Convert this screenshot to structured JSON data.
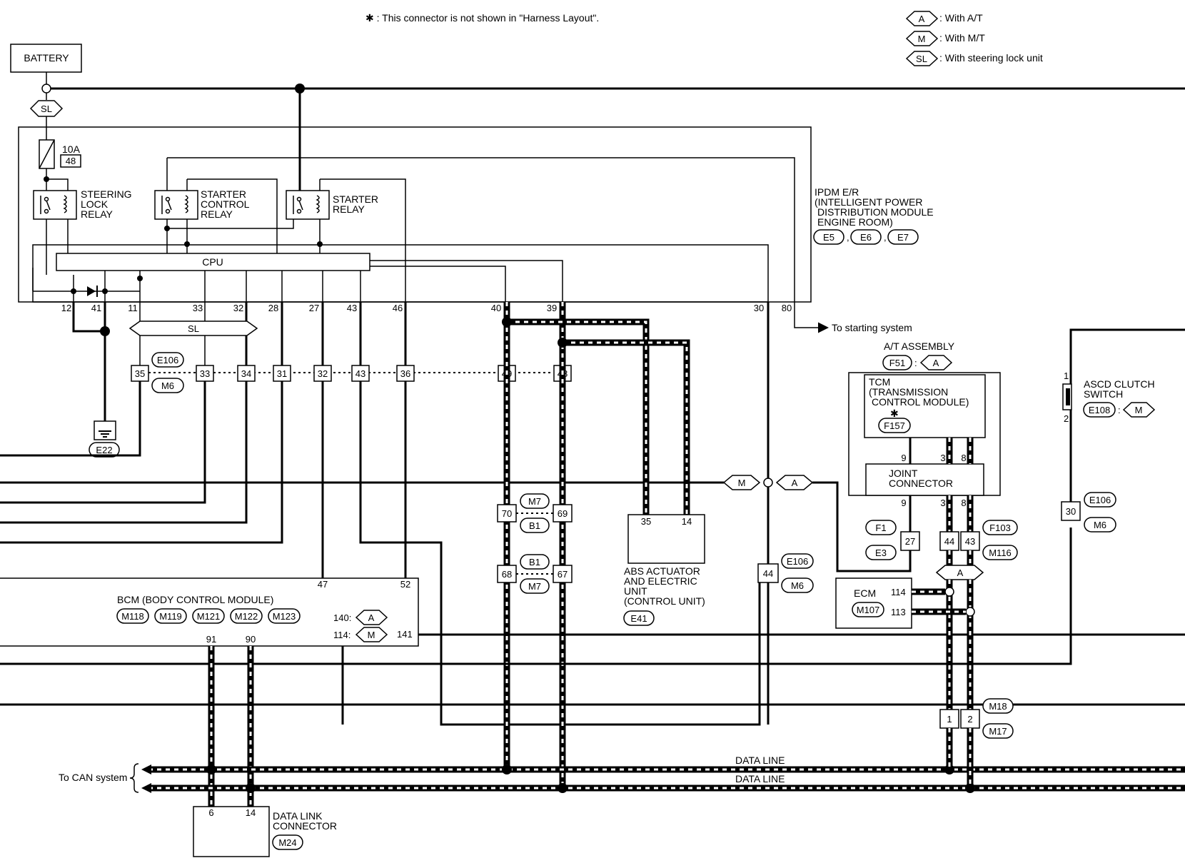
{
  "notes": {
    "star_note": "✱ : This connector is not shown in \"Harness Layout\".",
    "legend": [
      {
        "code": "A",
        "text": ": With A/T"
      },
      {
        "code": "M",
        "text": ": With M/T"
      },
      {
        "code": "SL",
        "text": ": With steering lock unit"
      }
    ]
  },
  "battery": {
    "label": "BATTERY"
  },
  "fuse": {
    "rating": "10A",
    "number": "48"
  },
  "ipdm": {
    "title_lines": [
      "IPDM E/R",
      "(INTELLIGENT POWER",
      "DISTRIBUTION MODULE",
      "ENGINE ROOM)"
    ],
    "connectors": [
      "E5",
      "E6",
      "E7"
    ],
    "cpu": "CPU",
    "relays": {
      "steering": [
        "STEERING",
        "LOCK",
        "RELAY"
      ],
      "starter_control": [
        "STARTER",
        "CONTROL",
        "RELAY"
      ],
      "starter": [
        "STARTER",
        "RELAY"
      ]
    },
    "pins": [
      "12",
      "41",
      "11",
      "33",
      "32",
      "28",
      "27",
      "43",
      "46",
      "40",
      "39",
      "30",
      "80"
    ],
    "to_starting": "To starting system"
  },
  "options": {
    "sl": "SL",
    "a": "A",
    "m": "M"
  },
  "e106_m6": {
    "conn_top": "E106",
    "conn_bot": "M6",
    "pins": [
      "35",
      "33",
      "34",
      "31",
      "32",
      "43",
      "36",
      "49",
      "48"
    ]
  },
  "ground": {
    "connector": "E22"
  },
  "m7_b1": {
    "top_left": "70",
    "top_right": "69",
    "bot_left": "68",
    "bot_right": "67",
    "c1": "M7",
    "c2": "B1",
    "c3": "B1",
    "c4": "M7"
  },
  "abs": {
    "title_lines": [
      "ABS ACTUATOR",
      "AND ELECTRIC",
      "UNIT",
      "(CONTROL UNIT)"
    ],
    "pins": [
      "35",
      "14"
    ],
    "connector": "E41"
  },
  "e106_44": {
    "pin": "44",
    "c1": "E106",
    "c2": "M6"
  },
  "at_assembly": {
    "title": "A/T ASSEMBLY",
    "connector": "F51",
    "option": "A",
    "tcm_lines": [
      "TCM",
      "(TRANSMISSION",
      "CONTROL MODULE)"
    ],
    "tcm_star": "✱",
    "tcm_connector": "F157",
    "joint_lines": [
      "JOINT",
      "CONNECTOR"
    ],
    "pins_top": [
      "9",
      "3",
      "8"
    ],
    "pins_bot": [
      "9",
      "3",
      "8"
    ]
  },
  "f1_e3": {
    "c1": "F1",
    "c2": "E3",
    "pin": "27"
  },
  "f103_m116": {
    "c1": "F103",
    "c2": "M116",
    "pins": [
      "44",
      "43"
    ]
  },
  "ecm": {
    "label": "ECM",
    "connector": "M107",
    "pins": [
      "114",
      "113"
    ]
  },
  "m18_m17": {
    "c1": "M18",
    "c2": "M17",
    "pins": [
      "1",
      "2"
    ]
  },
  "ascd": {
    "lines": [
      "ASCD CLUTCH",
      "SWITCH"
    ],
    "connector": "E108",
    "option": "M",
    "pins": [
      "1",
      "2"
    ]
  },
  "e106_30": {
    "pin": "30",
    "c1": "E106",
    "c2": "M6"
  },
  "bcm": {
    "title": "BCM (BODY CONTROL MODULE)",
    "connectors": [
      "M118",
      "M119",
      "M121",
      "M122",
      "M123"
    ],
    "pin_labels": {
      "p140": "140:",
      "p114": "114:",
      "p141": "141"
    },
    "pins": [
      "47",
      "52",
      "91",
      "90"
    ]
  },
  "datalink": {
    "lines": [
      "DATA LINK",
      "CONNECTOR"
    ],
    "connector": "M24",
    "pins": [
      "6",
      "14"
    ]
  },
  "can": {
    "to_can": "To CAN system",
    "line1": "DATA LINE",
    "line2": "DATA LINE"
  }
}
